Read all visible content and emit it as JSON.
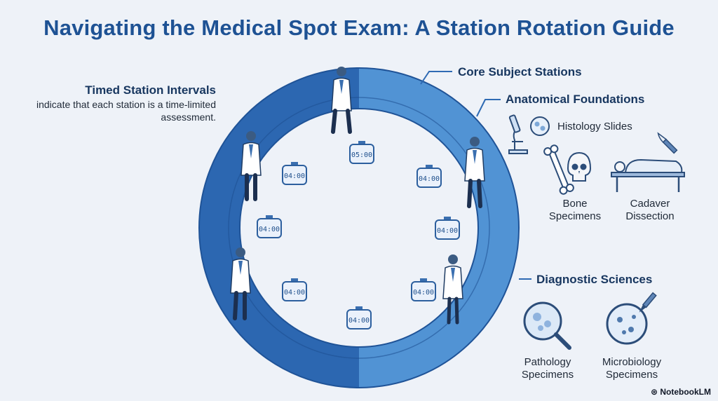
{
  "title": "Navigating the Medical Spot Exam: A Station Rotation Guide",
  "intervals": {
    "heading": "Timed Station Intervals",
    "text": "indicate that each station is a time-limited assessment."
  },
  "labels": {
    "core": "Core Subject Stations",
    "anatomical": "Anatomical Foundations",
    "diagnostic": "Diagnostic Sciences"
  },
  "items": {
    "histology": "Histology Slides",
    "bone": "Bone Specimens",
    "cadaver": "Cadaver Dissection",
    "pathology": "Pathology Specimens",
    "microbiology": "Microbiology Specimens"
  },
  "timers": [
    "05:00",
    "04:00",
    "04:00",
    "04:00",
    "04:00",
    "04:00",
    "04:00",
    "04:00"
  ],
  "brand": "NotebookLM",
  "colors": {
    "ring_dark": "#2c67b1",
    "ring_light": "#5193d4",
    "title": "#1e5294",
    "accent": "#2e6ab3"
  },
  "icons": [
    "doctor-icon",
    "stopwatch-icon",
    "microscope-icon",
    "petri-dish-icon",
    "bone-icon",
    "skull-icon",
    "scalpel-icon",
    "cadaver-table-icon",
    "magnifier-icon",
    "dropper-icon"
  ]
}
